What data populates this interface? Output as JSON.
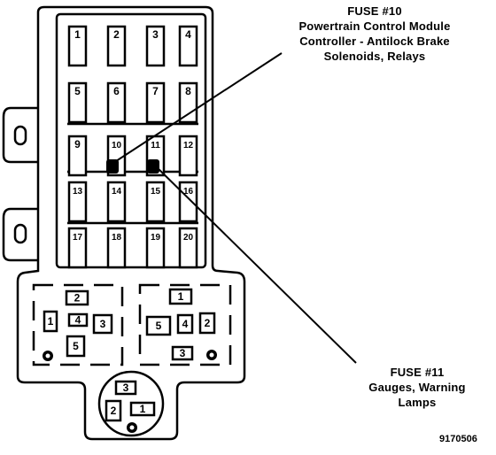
{
  "callouts": {
    "fuse10": {
      "title": "FUSE #10",
      "lines": [
        "Powertrain Control Module",
        "Controller - Antilock Brake",
        "Solenoids, Relays"
      ]
    },
    "fuse11": {
      "title": "FUSE #11",
      "lines": [
        "Gauges, Warning",
        "Lamps"
      ]
    }
  },
  "figure_id": "9170506",
  "upper_block": {
    "fuse_numbers": [
      "1",
      "2",
      "3",
      "4",
      "5",
      "6",
      "7",
      "8",
      "9",
      "10",
      "11",
      "12",
      "13",
      "14",
      "15",
      "16",
      "17",
      "18",
      "19",
      "20"
    ]
  },
  "lower_left_block": {
    "relay_numbers": [
      "1",
      "2",
      "3",
      "4",
      "5"
    ]
  },
  "lower_right_block": {
    "relay_numbers": [
      "1",
      "2",
      "3",
      "4",
      "5"
    ]
  },
  "round_connector": {
    "pin_numbers": [
      "1",
      "2",
      "3"
    ]
  }
}
